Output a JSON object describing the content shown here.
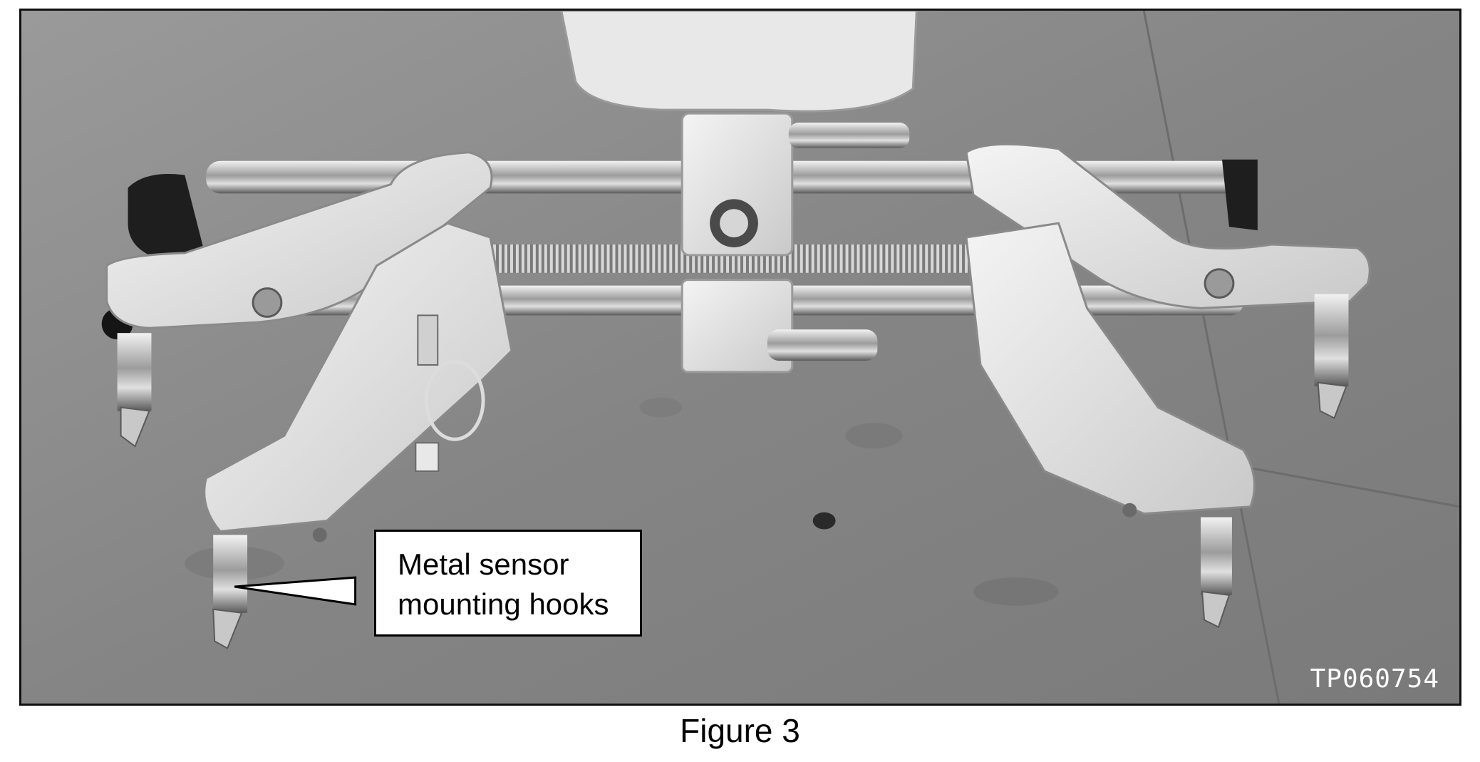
{
  "figure": {
    "caption": "Figure 3",
    "photo_id": "TP060754",
    "callout": {
      "line1": "Metal sensor",
      "line2": "mounting hooks"
    }
  },
  "colors": {
    "floor": "#8a8a8a",
    "bracket": "#e6e6e6",
    "chrome": "#c8c8c8",
    "text": "#000000"
  }
}
